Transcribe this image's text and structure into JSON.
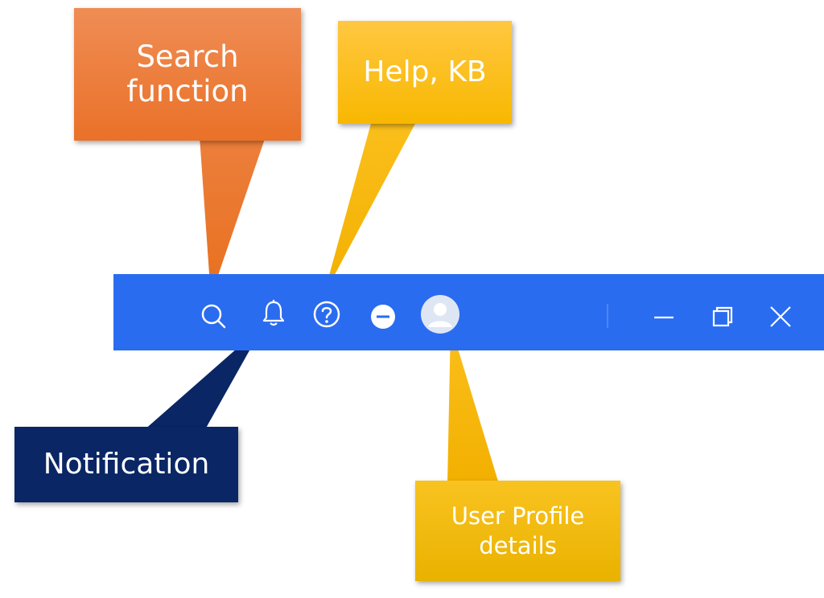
{
  "titlebar": {
    "background": "#2a6cf0",
    "icons": [
      "search-icon",
      "bell-icon",
      "help-icon",
      "more-icon",
      "avatar-icon",
      "minimize-icon",
      "maximize-icon",
      "close-icon"
    ]
  },
  "callouts": {
    "search": {
      "text": "Search\nfunction",
      "color": "#ea7128"
    },
    "help": {
      "text": "Help, KB",
      "color": "#f8b800"
    },
    "notification": {
      "text": "Notification",
      "color": "#0a2664"
    },
    "profile": {
      "text": "User Profile\ndetails",
      "color": "#e9b200"
    }
  }
}
